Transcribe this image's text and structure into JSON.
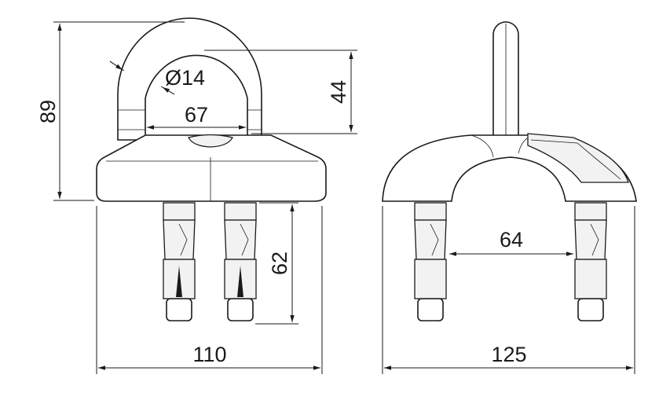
{
  "drawing": {
    "front_view": {
      "dim_height": "89",
      "dim_diameter": "Ø14",
      "dim_inner_width": "67",
      "dim_inner_height": "44",
      "dim_anchor_depth": "62",
      "dim_base_width": "110"
    },
    "side_view": {
      "dim_anchor_spacing": "64",
      "dim_base_length": "125"
    },
    "colors": {
      "line": "#1a1a1a",
      "background": "#ffffff"
    }
  }
}
